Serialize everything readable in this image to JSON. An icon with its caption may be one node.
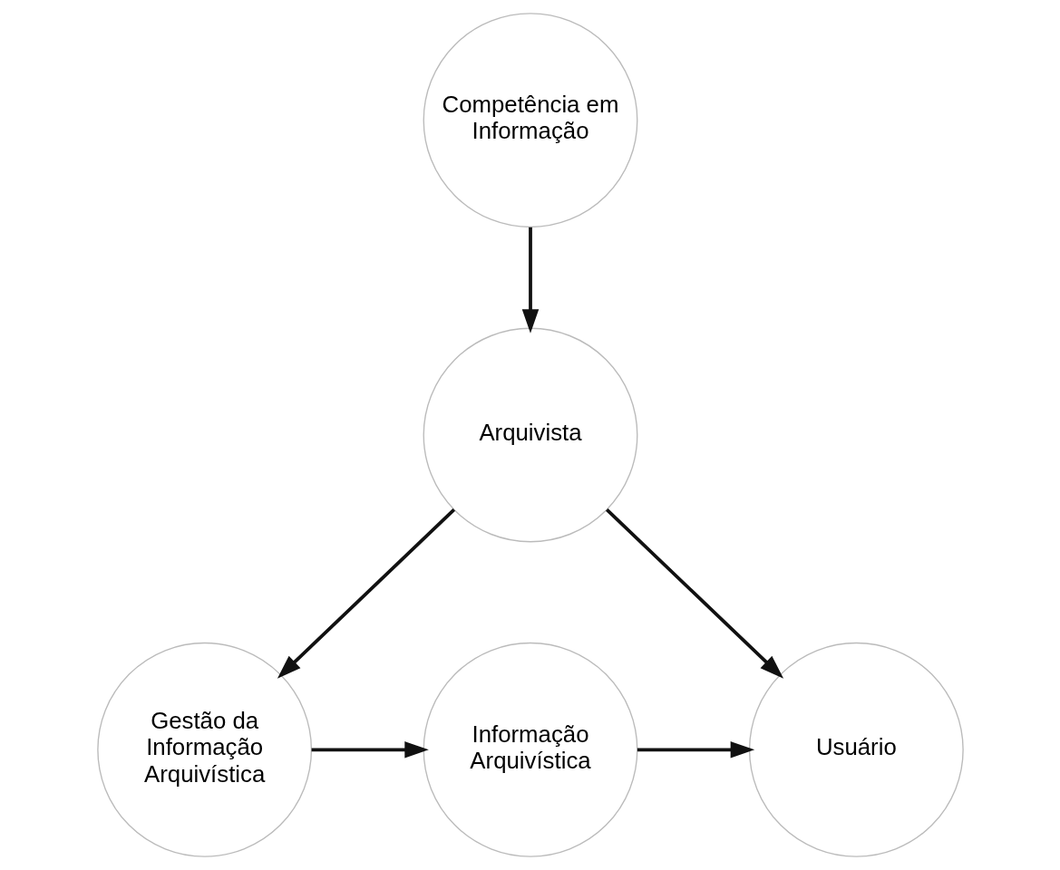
{
  "diagram": {
    "nodes": [
      {
        "text": [
          "Competência em Informação"
        ]
      },
      {
        "text": [
          "Arquivista"
        ]
      },
      {
        "text": [
          "Gestão da Informação Arquivística"
        ]
      },
      {
        "text": [
          "Informação Arquivística"
        ]
      },
      {
        "text": [
          "Usuário"
        ]
      }
    ],
    "edges": [
      {
        "from": 0,
        "to": 1,
        "arrow": "to"
      },
      {
        "from": 1,
        "to": 2,
        "arrow": "to"
      },
      {
        "from": 1,
        "to": 4,
        "arrow": "to"
      },
      {
        "from": 2,
        "to": 3,
        "arrow": "to"
      },
      {
        "from": 3,
        "to": 4,
        "arrow": "to"
      }
    ]
  }
}
